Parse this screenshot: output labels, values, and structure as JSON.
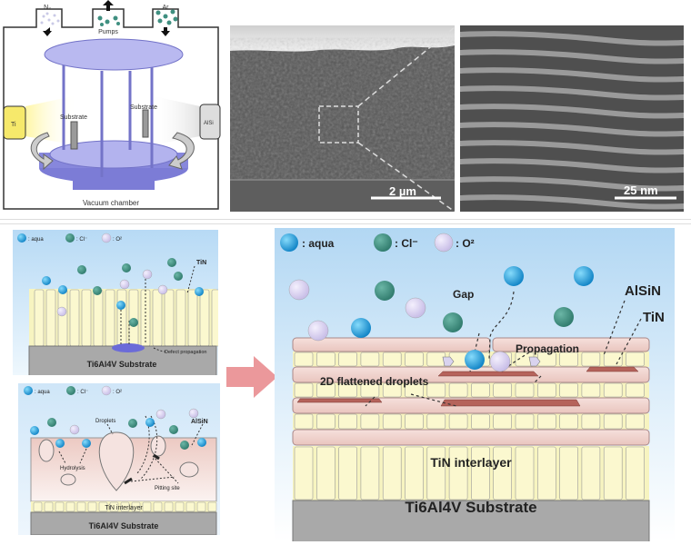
{
  "chamber": {
    "gas_left": "N₂",
    "pumps": "Pumps",
    "gas_right": "Ar",
    "target_left": "Ti",
    "target_right": "AlSi",
    "substrate_left": "Substrate",
    "substrate_right": "Substrate",
    "caption": "Vacuum chamber"
  },
  "sem": {
    "scale_left": "2 µm",
    "scale_right": "25 nm"
  },
  "legend": {
    "aqua": ": aqua",
    "cl": ": Cl⁻",
    "o2": ": O²"
  },
  "panel_tin": {
    "layer_label": "TiN",
    "defect": "Defect propagation",
    "substrate": "Ti6Al4V Substrate"
  },
  "panel_alsin": {
    "layer_label": "AlSiN",
    "droplets": "Droplets",
    "hydrolysis": "Hydrolysis",
    "pitting": "Pitting site",
    "interlayer": "TiN interlayer",
    "substrate": "Ti6Al4V Substrate"
  },
  "panel_multi": {
    "gap": "Gap",
    "alsin": "AlSiN",
    "tin": "TiN",
    "propagation": "Propagation",
    "flattened": "2D flattened droplets",
    "interlayer": "TiN interlayer",
    "substrate": "Ti6Al4V Substrate"
  },
  "colors": {
    "aqua": "#1a9ad6",
    "cl": "#3f8f80",
    "o2": "#d8d0ee",
    "tin": "#f7f4c0",
    "alsin": "#f3d9d3",
    "substrate": "#a9a9a9",
    "arrow": "#e8868a"
  }
}
